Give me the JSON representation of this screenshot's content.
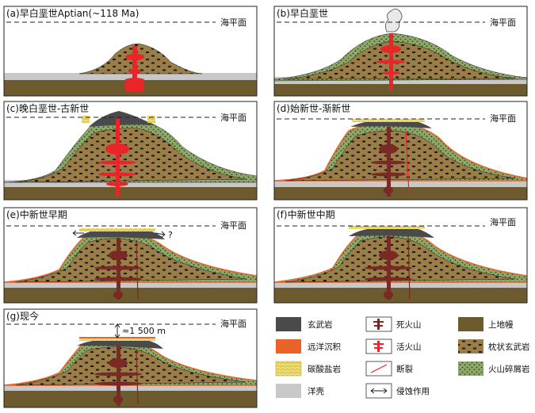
{
  "colors": {
    "mantle": "#6d5a2e",
    "crust": "#c8c8c8",
    "pillow_basalt": "#9a7d47",
    "volcaniclastic": "#8fa86a",
    "basalt": "#4a4a4a",
    "pelagic": "#e8622a",
    "carbonate": "#f2e27a",
    "active_magma": "#e8262a",
    "dead_magma": "#7a2a24"
  },
  "sea_level_label": "海平面",
  "panels": [
    {
      "id": "a",
      "title": "(a)早白垩世Aptian(~118 Ma)"
    },
    {
      "id": "b",
      "title": "(b)早白垩世"
    },
    {
      "id": "c",
      "title": "(c)晚白垩世-古新世"
    },
    {
      "id": "d",
      "title": "(d)始新世-渐新世"
    },
    {
      "id": "e",
      "title": "(e)中新世早期"
    },
    {
      "id": "f",
      "title": "(f)中新世中期"
    },
    {
      "id": "g",
      "title": "(g)现今"
    }
  ],
  "annotations": {
    "question_mark": "?",
    "depth_label": "≈1 500 m"
  },
  "legend": [
    {
      "label": "玄武岩",
      "icon": "basalt-swatch"
    },
    {
      "label": "死火山",
      "icon": "dead-volcano-icon"
    },
    {
      "label": "上地幔",
      "icon": "mantle-swatch"
    },
    {
      "label": "远洋沉积",
      "icon": "pelagic-swatch"
    },
    {
      "label": "活火山",
      "icon": "active-volcano-icon"
    },
    {
      "label": "枕状玄武岩",
      "icon": "pillow-basalt-swatch"
    },
    {
      "label": "碳酸盐岩",
      "icon": "carbonate-swatch"
    },
    {
      "label": "断裂",
      "icon": "fault-icon"
    },
    {
      "label": "火山碎屑岩",
      "icon": "volcaniclastic-swatch"
    },
    {
      "label": "洋壳",
      "icon": "oceanic-crust-swatch"
    },
    {
      "label": "侵蚀作用",
      "icon": "erosion-arrow-icon"
    }
  ]
}
